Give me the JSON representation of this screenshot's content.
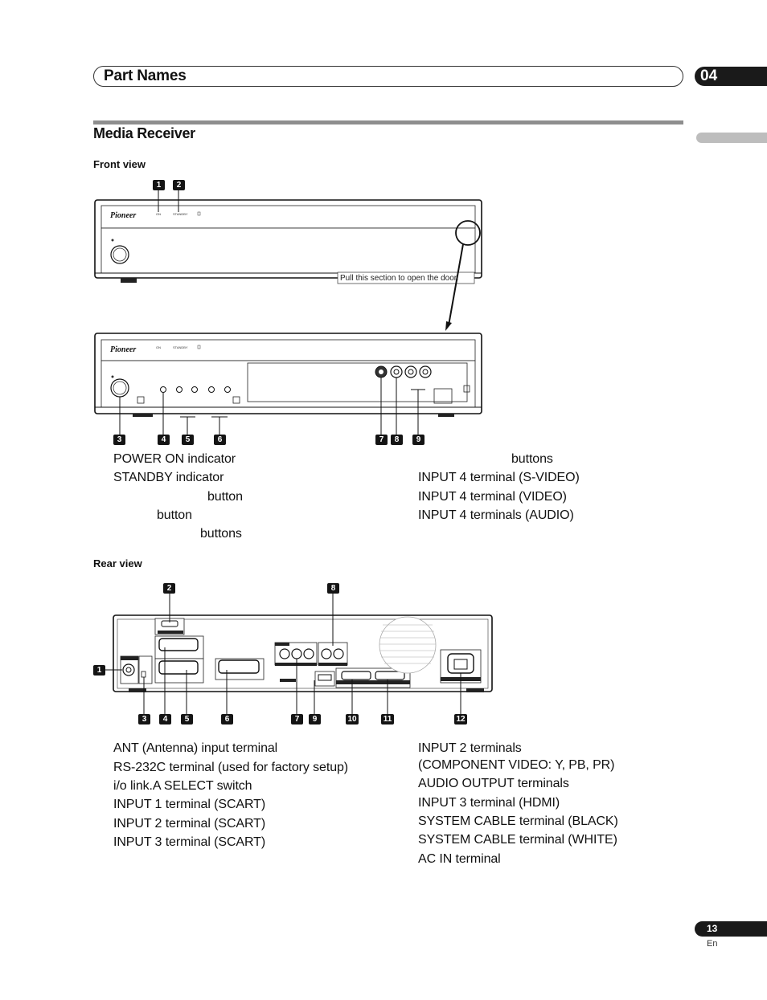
{
  "header": {
    "title": "Part Names",
    "chapter": "04"
  },
  "section": {
    "title": "Media Receiver"
  },
  "front": {
    "subhead": "Front view",
    "brand": "Pioneer",
    "on_label": "ON",
    "standby_label": "STANDBY",
    "door_note": "Pull this section to open the door.",
    "top_badges": [
      "1",
      "2"
    ],
    "bottom_badges": [
      "3",
      "4",
      "5",
      "6",
      "7",
      "8",
      "9"
    ],
    "legend_left": [
      "POWER ON indicator",
      "STANDBY indicator",
      "button",
      "button",
      "buttons"
    ],
    "legend_right": [
      "buttons",
      "INPUT 4 terminal (S-VIDEO)",
      "INPUT 4 terminal (VIDEO)",
      "INPUT 4 terminals (AUDIO)"
    ]
  },
  "rear": {
    "subhead": "Rear view",
    "top_badges": [
      "2",
      "8"
    ],
    "left_badge": "1",
    "bottom_badges": [
      "3",
      "4",
      "5",
      "6",
      "7",
      "9",
      "10",
      "11",
      "12"
    ],
    "legend_left": [
      "ANT (Antenna) input terminal",
      "RS-232C terminal (used for factory setup)",
      "i/o link.A SELECT switch",
      "INPUT 1 terminal (SCART)",
      "INPUT 2 terminal (SCART)",
      "INPUT 3 terminal (SCART)"
    ],
    "legend_right_1": "INPUT 2 terminals",
    "legend_right_2": "(COMPONENT VIDEO: Y, PB, PR)",
    "legend_right": [
      "AUDIO OUTPUT terminals",
      "INPUT 3 terminal (HDMI)",
      "SYSTEM CABLE terminal (BLACK)",
      "SYSTEM CABLE terminal (WHITE)",
      "AC IN terminal"
    ]
  },
  "footer": {
    "page": "13",
    "lang": "En"
  }
}
